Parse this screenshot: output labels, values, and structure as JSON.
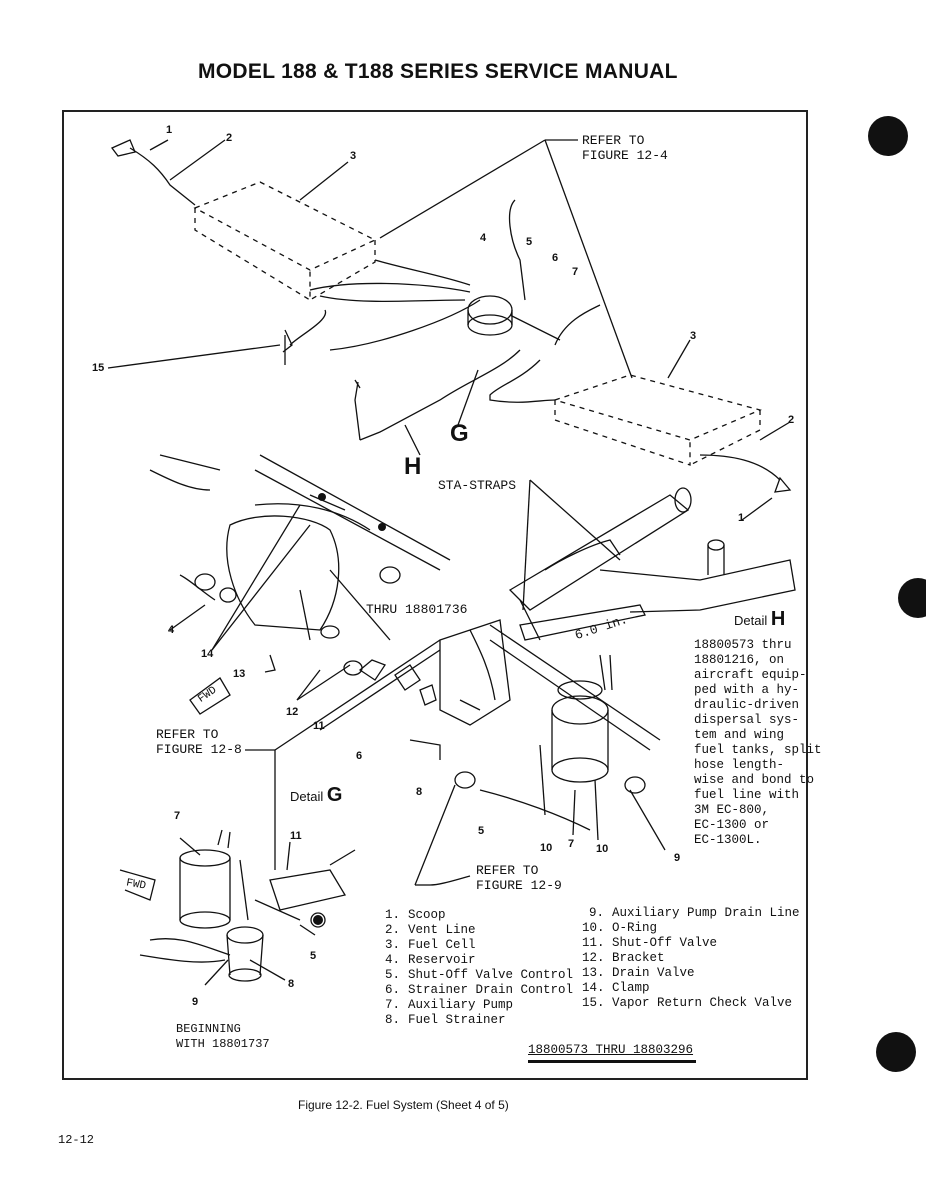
{
  "header": {
    "title": "MODEL 188 & T188 SERIES SERVICE MANUAL"
  },
  "figure": {
    "caption": "Figure 12-2.  Fuel System  (Sheet 4 of 5)",
    "page_number": "12-12",
    "refer_12_4": [
      "REFER TO",
      "FIGURE 12-4"
    ],
    "refer_12_8": [
      "REFER TO",
      "FIGURE 12-8"
    ],
    "refer_12_9": [
      "REFER TO",
      "FIGURE 12-9"
    ],
    "sta_straps": "STA-STRAPS",
    "thru_serial": "THRU 18801736",
    "beginning": [
      "BEGINNING",
      "WITH 18801737"
    ],
    "detail_h": "Detail",
    "detail_h_letter": "H",
    "detail_g": "Detail",
    "detail_g_letter": "G",
    "view_h": "H",
    "view_g": "G",
    "dimension": "6.0 in.",
    "fwd": "FWD",
    "note_lines": [
      "18800573 thru",
      "18801216, on",
      "aircraft equip-",
      "ped with a hy-",
      "draulic-driven",
      "dispersal sys-",
      "tem and wing",
      "fuel tanks, split",
      "hose length-",
      "wise and bond to",
      "fuel line with",
      "3M EC-800,",
      "EC-1300 or",
      "EC-1300L."
    ],
    "serial_range": "18800573 THRU 18803296",
    "callouts": [
      "1",
      "2",
      "3",
      "4",
      "5",
      "6",
      "7",
      "15",
      "3",
      "2",
      "1",
      "4",
      "14",
      "13",
      "12",
      "11",
      "6",
      "8",
      "5",
      "10",
      "7",
      "10",
      "9",
      "7",
      "11",
      "5",
      "8",
      "9"
    ]
  },
  "legend_left": [
    {
      "n": "1.",
      "label": "Scoop"
    },
    {
      "n": "2.",
      "label": "Vent Line"
    },
    {
      "n": "3.",
      "label": "Fuel Cell"
    },
    {
      "n": "4.",
      "label": "Reservoir"
    },
    {
      "n": "5.",
      "label": "Shut-Off Valve Control"
    },
    {
      "n": "6.",
      "label": "Strainer Drain Control"
    },
    {
      "n": "7.",
      "label": "Auxiliary Pump"
    },
    {
      "n": "8.",
      "label": "Fuel Strainer"
    }
  ],
  "legend_right": [
    {
      "n": "9.",
      "label": "Auxiliary Pump Drain Line"
    },
    {
      "n": "10.",
      "label": "O-Ring"
    },
    {
      "n": "11.",
      "label": "Shut-Off Valve"
    },
    {
      "n": "12.",
      "label": "Bracket"
    },
    {
      "n": "13.",
      "label": "Drain Valve"
    },
    {
      "n": "14.",
      "label": "Clamp"
    },
    {
      "n": "15.",
      "label": "Vapor Return Check Valve"
    }
  ]
}
